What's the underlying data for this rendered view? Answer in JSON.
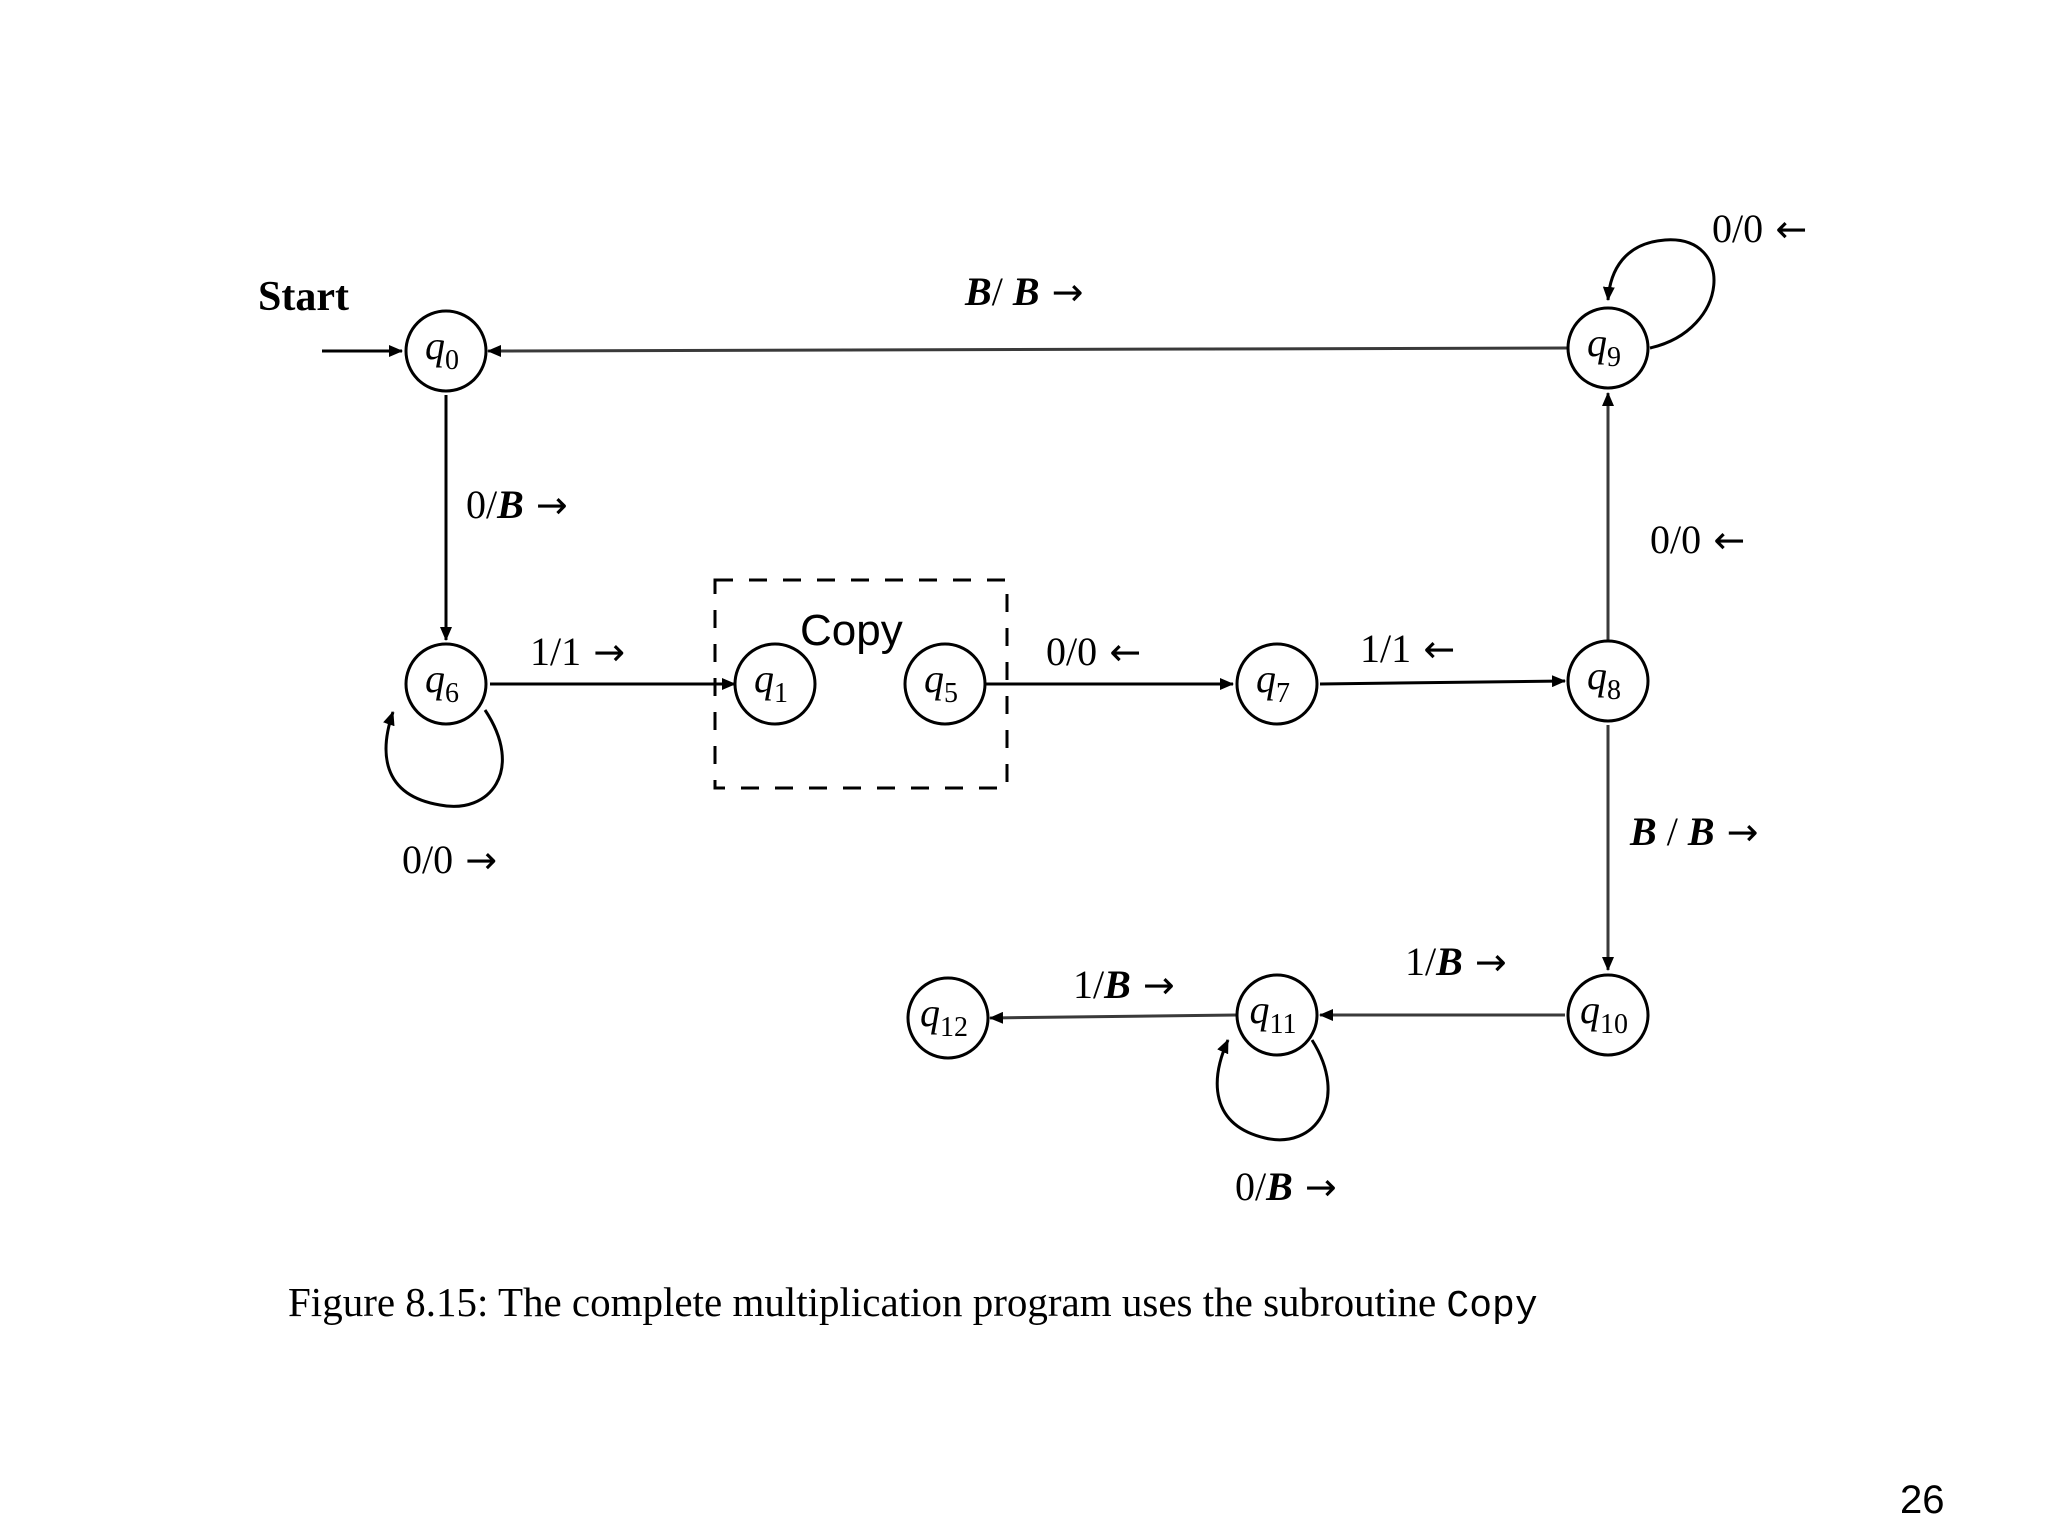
{
  "diagram": {
    "start_label": "Start",
    "subroutine_label": "Copy",
    "states": [
      {
        "id": "q0",
        "letter": "q",
        "sub": "0"
      },
      {
        "id": "q1",
        "letter": "q",
        "sub": "1"
      },
      {
        "id": "q5",
        "letter": "q",
        "sub": "5"
      },
      {
        "id": "q6",
        "letter": "q",
        "sub": "6"
      },
      {
        "id": "q7",
        "letter": "q",
        "sub": "7"
      },
      {
        "id": "q8",
        "letter": "q",
        "sub": "8"
      },
      {
        "id": "q9",
        "letter": "q",
        "sub": "9"
      },
      {
        "id": "q10",
        "letter": "q",
        "sub": "10"
      },
      {
        "id": "q11",
        "letter": "q",
        "sub": "11"
      },
      {
        "id": "q12",
        "letter": "q",
        "sub": "12"
      }
    ],
    "transitions": [
      {
        "from": "q9",
        "to": "q0",
        "read": "B",
        "write": "B",
        "sep": "/ ",
        "move": "right"
      },
      {
        "from": "q9",
        "to": "q9",
        "read": "0",
        "write": "0",
        "sep": "/",
        "move": "left"
      },
      {
        "from": "q0",
        "to": "q6",
        "read": "0",
        "write": "B",
        "sep": "/",
        "move": "right"
      },
      {
        "from": "q6",
        "to": "q1",
        "read": "1",
        "write": "1",
        "sep": "/",
        "move": "right"
      },
      {
        "from": "q6",
        "to": "q6",
        "read": "0",
        "write": "0",
        "sep": "/",
        "move": "right"
      },
      {
        "from": "q5",
        "to": "q7",
        "read": "0",
        "write": "0",
        "sep": "/",
        "move": "left"
      },
      {
        "from": "q7",
        "to": "q8",
        "read": "1",
        "write": "1",
        "sep": "/",
        "move": "left"
      },
      {
        "from": "q8",
        "to": "q9",
        "read": "0",
        "write": "0",
        "sep": "/",
        "move": "left"
      },
      {
        "from": "q8",
        "to": "q10",
        "read": "B",
        "write": "B",
        "sep": " / ",
        "move": "right"
      },
      {
        "from": "q10",
        "to": "q11",
        "read": "1",
        "write": "B",
        "sep": "/",
        "move": "right"
      },
      {
        "from": "q11",
        "to": "q12",
        "read": "1",
        "write": "B",
        "sep": "/",
        "move": "right"
      },
      {
        "from": "q11",
        "to": "q11",
        "read": "0",
        "write": "B",
        "sep": "/",
        "move": "right"
      }
    ],
    "move_glyphs": {
      "right": "→",
      "left": "←"
    }
  },
  "caption": {
    "prefix": "Figure 8.15: The complete multiplication program uses the subroutine ",
    "code": "Copy"
  },
  "page_number": "26"
}
